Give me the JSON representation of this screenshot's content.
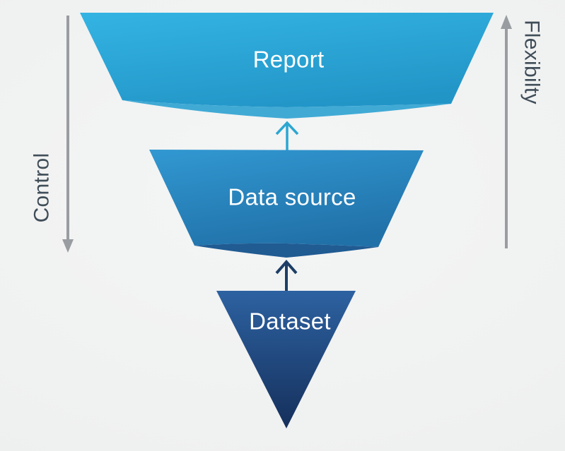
{
  "background": "#f0f1f1",
  "funnel": {
    "layers": [
      {
        "label": "Report",
        "color_top": "#33b3e2",
        "color_bottom": "#2295c7",
        "edge_color": "#40aad5",
        "text_color": "#ffffff"
      },
      {
        "label": "Data source",
        "color_top": "#3197d0",
        "color_bottom": "#2171a9",
        "edge_color": "#205b92",
        "text_color": "#ffffff"
      },
      {
        "label": "Dataset",
        "color_top": "#2d62a1",
        "color_bottom": "#152f5b",
        "text_color": "#ffffff"
      }
    ]
  },
  "connectors": {
    "to_report_color": "#2ba7d1",
    "to_data_source_color": "#1d3e66"
  },
  "axes": {
    "left": {
      "label": "Control",
      "direction": "down"
    },
    "right": {
      "label": "Flexibilty",
      "direction": "up"
    },
    "line_color": "#999da1",
    "text_color": "#3f4d58"
  }
}
